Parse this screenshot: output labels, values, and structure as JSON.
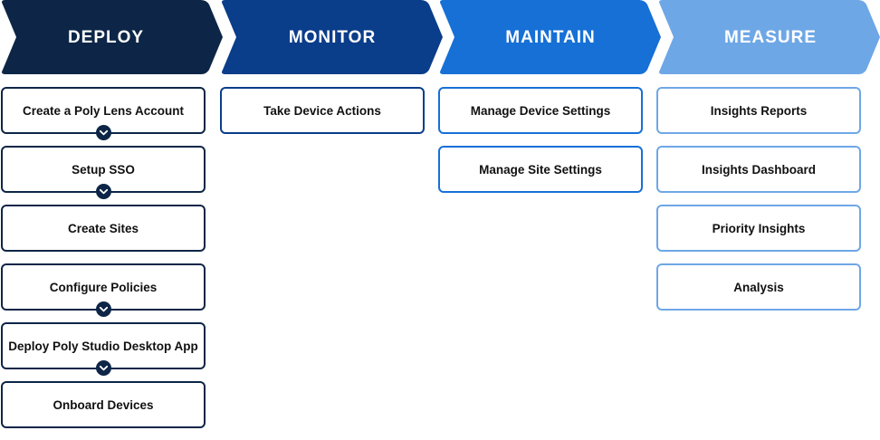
{
  "colors": {
    "deploy": "#0d2647",
    "monitor": "#0a3d8a",
    "maintain": "#1670d6",
    "measure": "#6ea7e6"
  },
  "stages": {
    "deploy": {
      "label": "DEPLOY",
      "steps": [
        "Create a Poly Lens Account",
        "Setup SSO",
        "Create Sites",
        "Configure Policies",
        "Deploy Poly Studio Desktop App",
        "Onboard Devices"
      ]
    },
    "monitor": {
      "label": "MONITOR",
      "steps": [
        "Take Device Actions"
      ]
    },
    "maintain": {
      "label": "MAINTAIN",
      "steps": [
        "Manage Device Settings",
        "Manage Site Settings"
      ]
    },
    "measure": {
      "label": "MEASURE",
      "steps": [
        "Insights Reports",
        "Insights Dashboard",
        "Priority Insights",
        "Analysis"
      ]
    }
  }
}
